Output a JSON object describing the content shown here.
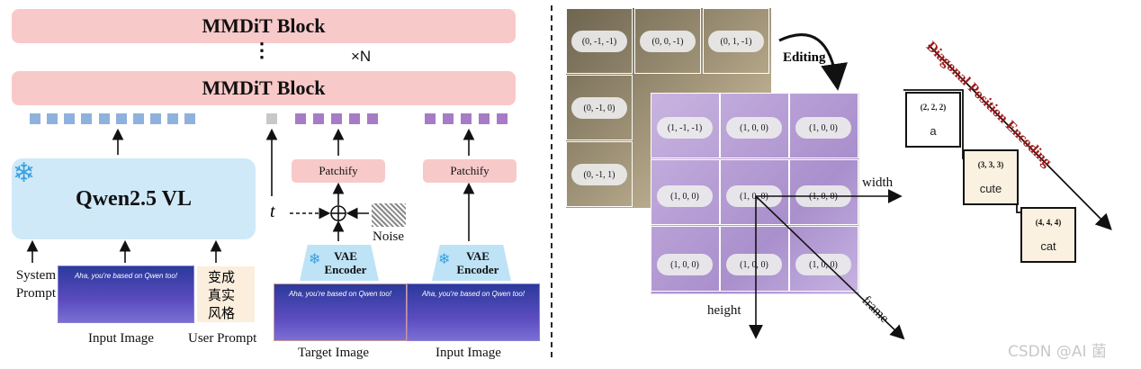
{
  "left": {
    "mmdit_top": "MMDiT Block",
    "mmdit_bottom": "MMDiT Block",
    "repeat_label": "×N",
    "qwen_label": "Qwen2.5 VL",
    "patchify_1": "Patchify",
    "patchify_2": "Patchify",
    "vae_1": "VAE Encoder",
    "vae_2": "VAE Encoder",
    "t_label": "t",
    "noise_label": "Noise",
    "system_prompt": "System Prompt",
    "input_image_1": "Input Image",
    "user_prompt": "User Prompt",
    "user_prompt_text": "变成真实风格",
    "target_image": "Target Image",
    "input_image_2": "Input Image",
    "image_caption": "Aha, you're based on Qwen too!",
    "colors": {
      "pink": "#f8c9c9",
      "blue_token": "#8fb1de",
      "purple_token": "#a67cc6",
      "gray_token": "#c8c8c8",
      "qwen_bg": "#cfe9f8"
    }
  },
  "right": {
    "editing_label": "Editing",
    "width_label": "width",
    "height_label": "height",
    "frame_label": "frame",
    "back_grid": [
      [
        "(0, -1, -1)",
        "(0, 0, -1)",
        "(0, 1, -1)"
      ],
      [
        "(0, -1, 0)",
        "",
        ""
      ],
      [
        "(0, -1, 1)",
        "",
        ""
      ]
    ],
    "front_grid": [
      [
        "(1, -1, -1)",
        "(1, 0, 0)",
        "(1, 0, 0)"
      ],
      [
        "(1, 0, 0)",
        "(1, 0, 0)",
        "(1, 0, 0)"
      ],
      [
        "(1, 0, 0)",
        "(1, 0, 0)",
        "(1, 0, 0)"
      ]
    ],
    "diag_title": "Diagonal Position Encoding",
    "diag_tokens": [
      {
        "coord": "(2, 2, 2)",
        "word": "a"
      },
      {
        "coord": "(3, 3, 3)",
        "word": "cute"
      },
      {
        "coord": "(4, 4, 4)",
        "word": "cat"
      }
    ]
  },
  "watermark": "CSDN @AI 菌"
}
